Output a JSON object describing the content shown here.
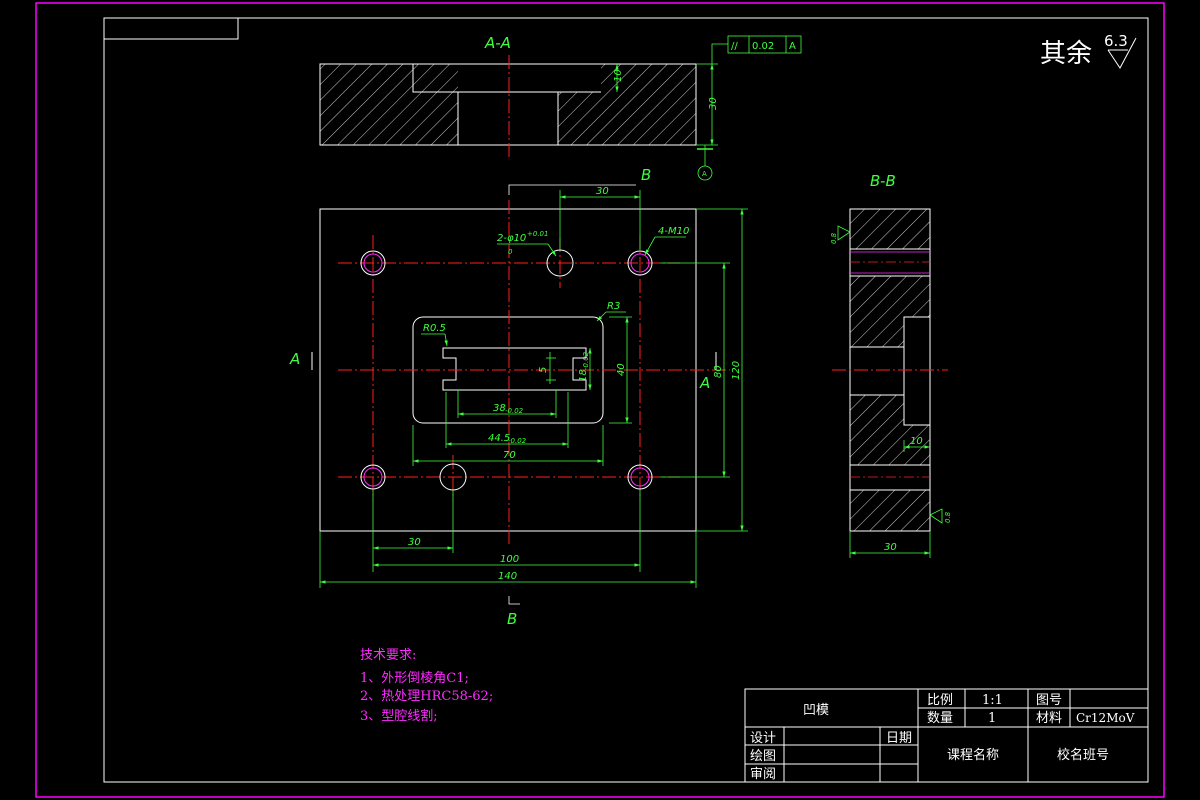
{
  "section_labels": {
    "aa": "A-A",
    "bb": "B-B",
    "a_left": "A",
    "a_right": "A",
    "b_top": "B",
    "b_bottom": "B",
    "datum": "A"
  },
  "roughness": {
    "prefix": "其余",
    "value": "6.3",
    "side_value": "0.8"
  },
  "tolerance_frame": {
    "symbol": "//",
    "value": "0.02",
    "datum": "A"
  },
  "dimensions": {
    "section_depth": "10",
    "section_height": "30",
    "top_30": "30",
    "holes_dowel": "2-φ10",
    "holes_dowel_tol_upper": "+0.01",
    "holes_dowel_tol_lower": "0",
    "threads": "4-M10",
    "r3": "R3",
    "r05": "R0.5",
    "w38": "38",
    "w38_tol": "-0.02",
    "w44": "44.5",
    "w44_tol": "-0.02",
    "w70": "70",
    "h5": "5",
    "h18": "18",
    "h18_tol": "-0.02",
    "h40": "40",
    "h80": "80",
    "h120": "120",
    "bottom_30": "30",
    "bottom_100": "100",
    "bottom_140": "140",
    "bb_30": "30",
    "bb_10": "10"
  },
  "tech_requirements": {
    "title": "技术要求:",
    "items": [
      "1、外形倒棱角C1;",
      "2、热处理HRC58-62;",
      "3、型腔线割;"
    ]
  },
  "title_block": {
    "part_name": "凹模",
    "scale_label": "比例",
    "scale_value": "1:1",
    "drawing_no_label": "图号",
    "drawing_no_value": "",
    "qty_label": "数量",
    "qty_value": "1",
    "material_label": "材料",
    "material_value": "Cr12MoV",
    "design_label": "设计",
    "date_label": "日期",
    "draw_label": "绘图",
    "review_label": "审阅",
    "course_label": "课程名称",
    "school_label": "校名班号"
  },
  "colors": {
    "background": "#000000",
    "outline": "#ffffff",
    "dimension": "#3fff3f",
    "centerline": "#ff2020",
    "border": "#ff00ff",
    "text_note": "#ff2bff"
  }
}
